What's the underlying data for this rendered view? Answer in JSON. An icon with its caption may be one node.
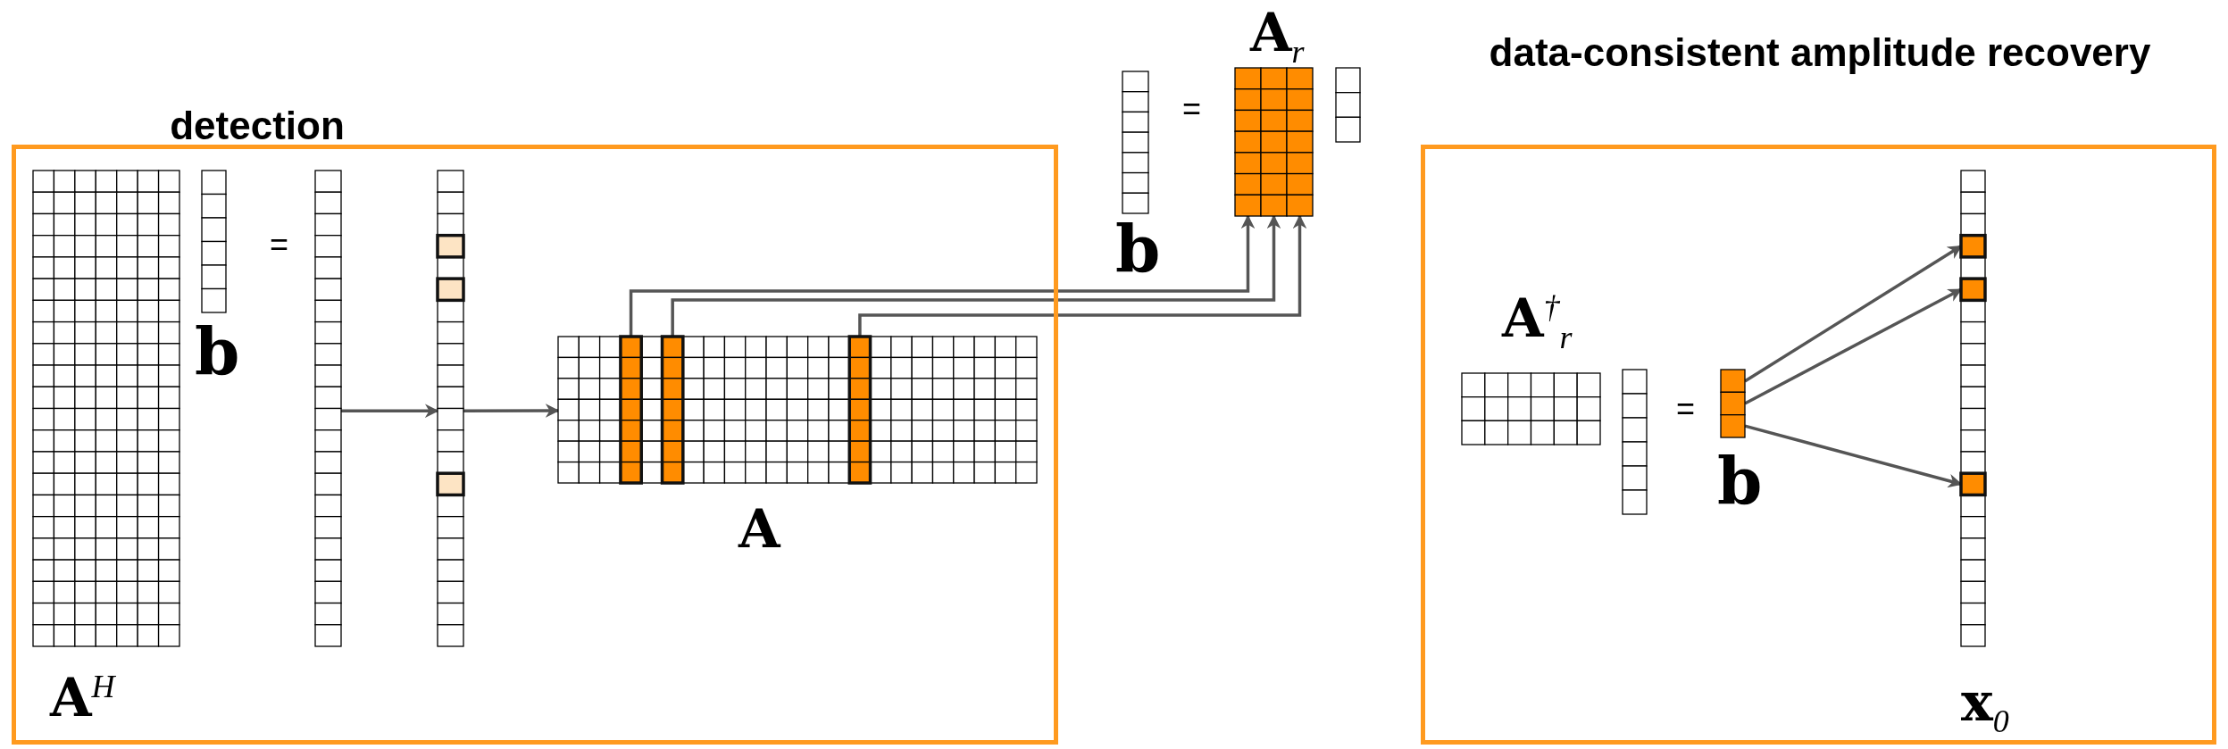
{
  "diagram": {
    "nodes": [
      {
        "text": [
          "detection"
        ]
      },
      {
        "text": [
          "A$^{H}$"
        ],
        "in": 0
      },
      {
        "text": [
          "b"
        ],
        "in": 0
      },
      {
        "text": [],
        "shape": "box",
        "in": 0
      },
      {
        "text": [],
        "shape": "box",
        "in": 0
      },
      {
        "text": [
          "A"
        ],
        "in": 0
      },
      {
        "text": [
          "b"
        ]
      },
      {
        "text": [
          "A$_{r}$"
        ]
      },
      {
        "text": [],
        "shape": "box"
      },
      {
        "text": [
          "data-consistent amplitude recovery"
        ]
      },
      {
        "text": [
          "A$^{†}$$_{r}$"
        ],
        "in": 9
      },
      {
        "text": [],
        "shape": "box",
        "in": 9
      },
      {
        "text": [
          "b"
        ],
        "in": 9
      },
      {
        "text": [
          "x$_{0}$"
        ],
        "in": 9
      }
    ],
    "edges": [
      {
        "from": 3,
        "to": 4,
        "arrow": "to"
      },
      {
        "from": 4,
        "to": 5,
        "arrow": "to"
      },
      {
        "from": 5,
        "to": 7,
        "arrow": "to"
      },
      {
        "from": 5,
        "to": 7,
        "arrow": "to"
      },
      {
        "from": 5,
        "to": 7,
        "arrow": "to"
      },
      {
        "from": 12,
        "to": 13,
        "arrow": "to"
      },
      {
        "from": 12,
        "to": 13,
        "arrow": "to"
      },
      {
        "from": 12,
        "to": 13,
        "arrow": "to"
      }
    ],
    "labels": [
      "=",
      "=",
      "="
    ]
  }
}
